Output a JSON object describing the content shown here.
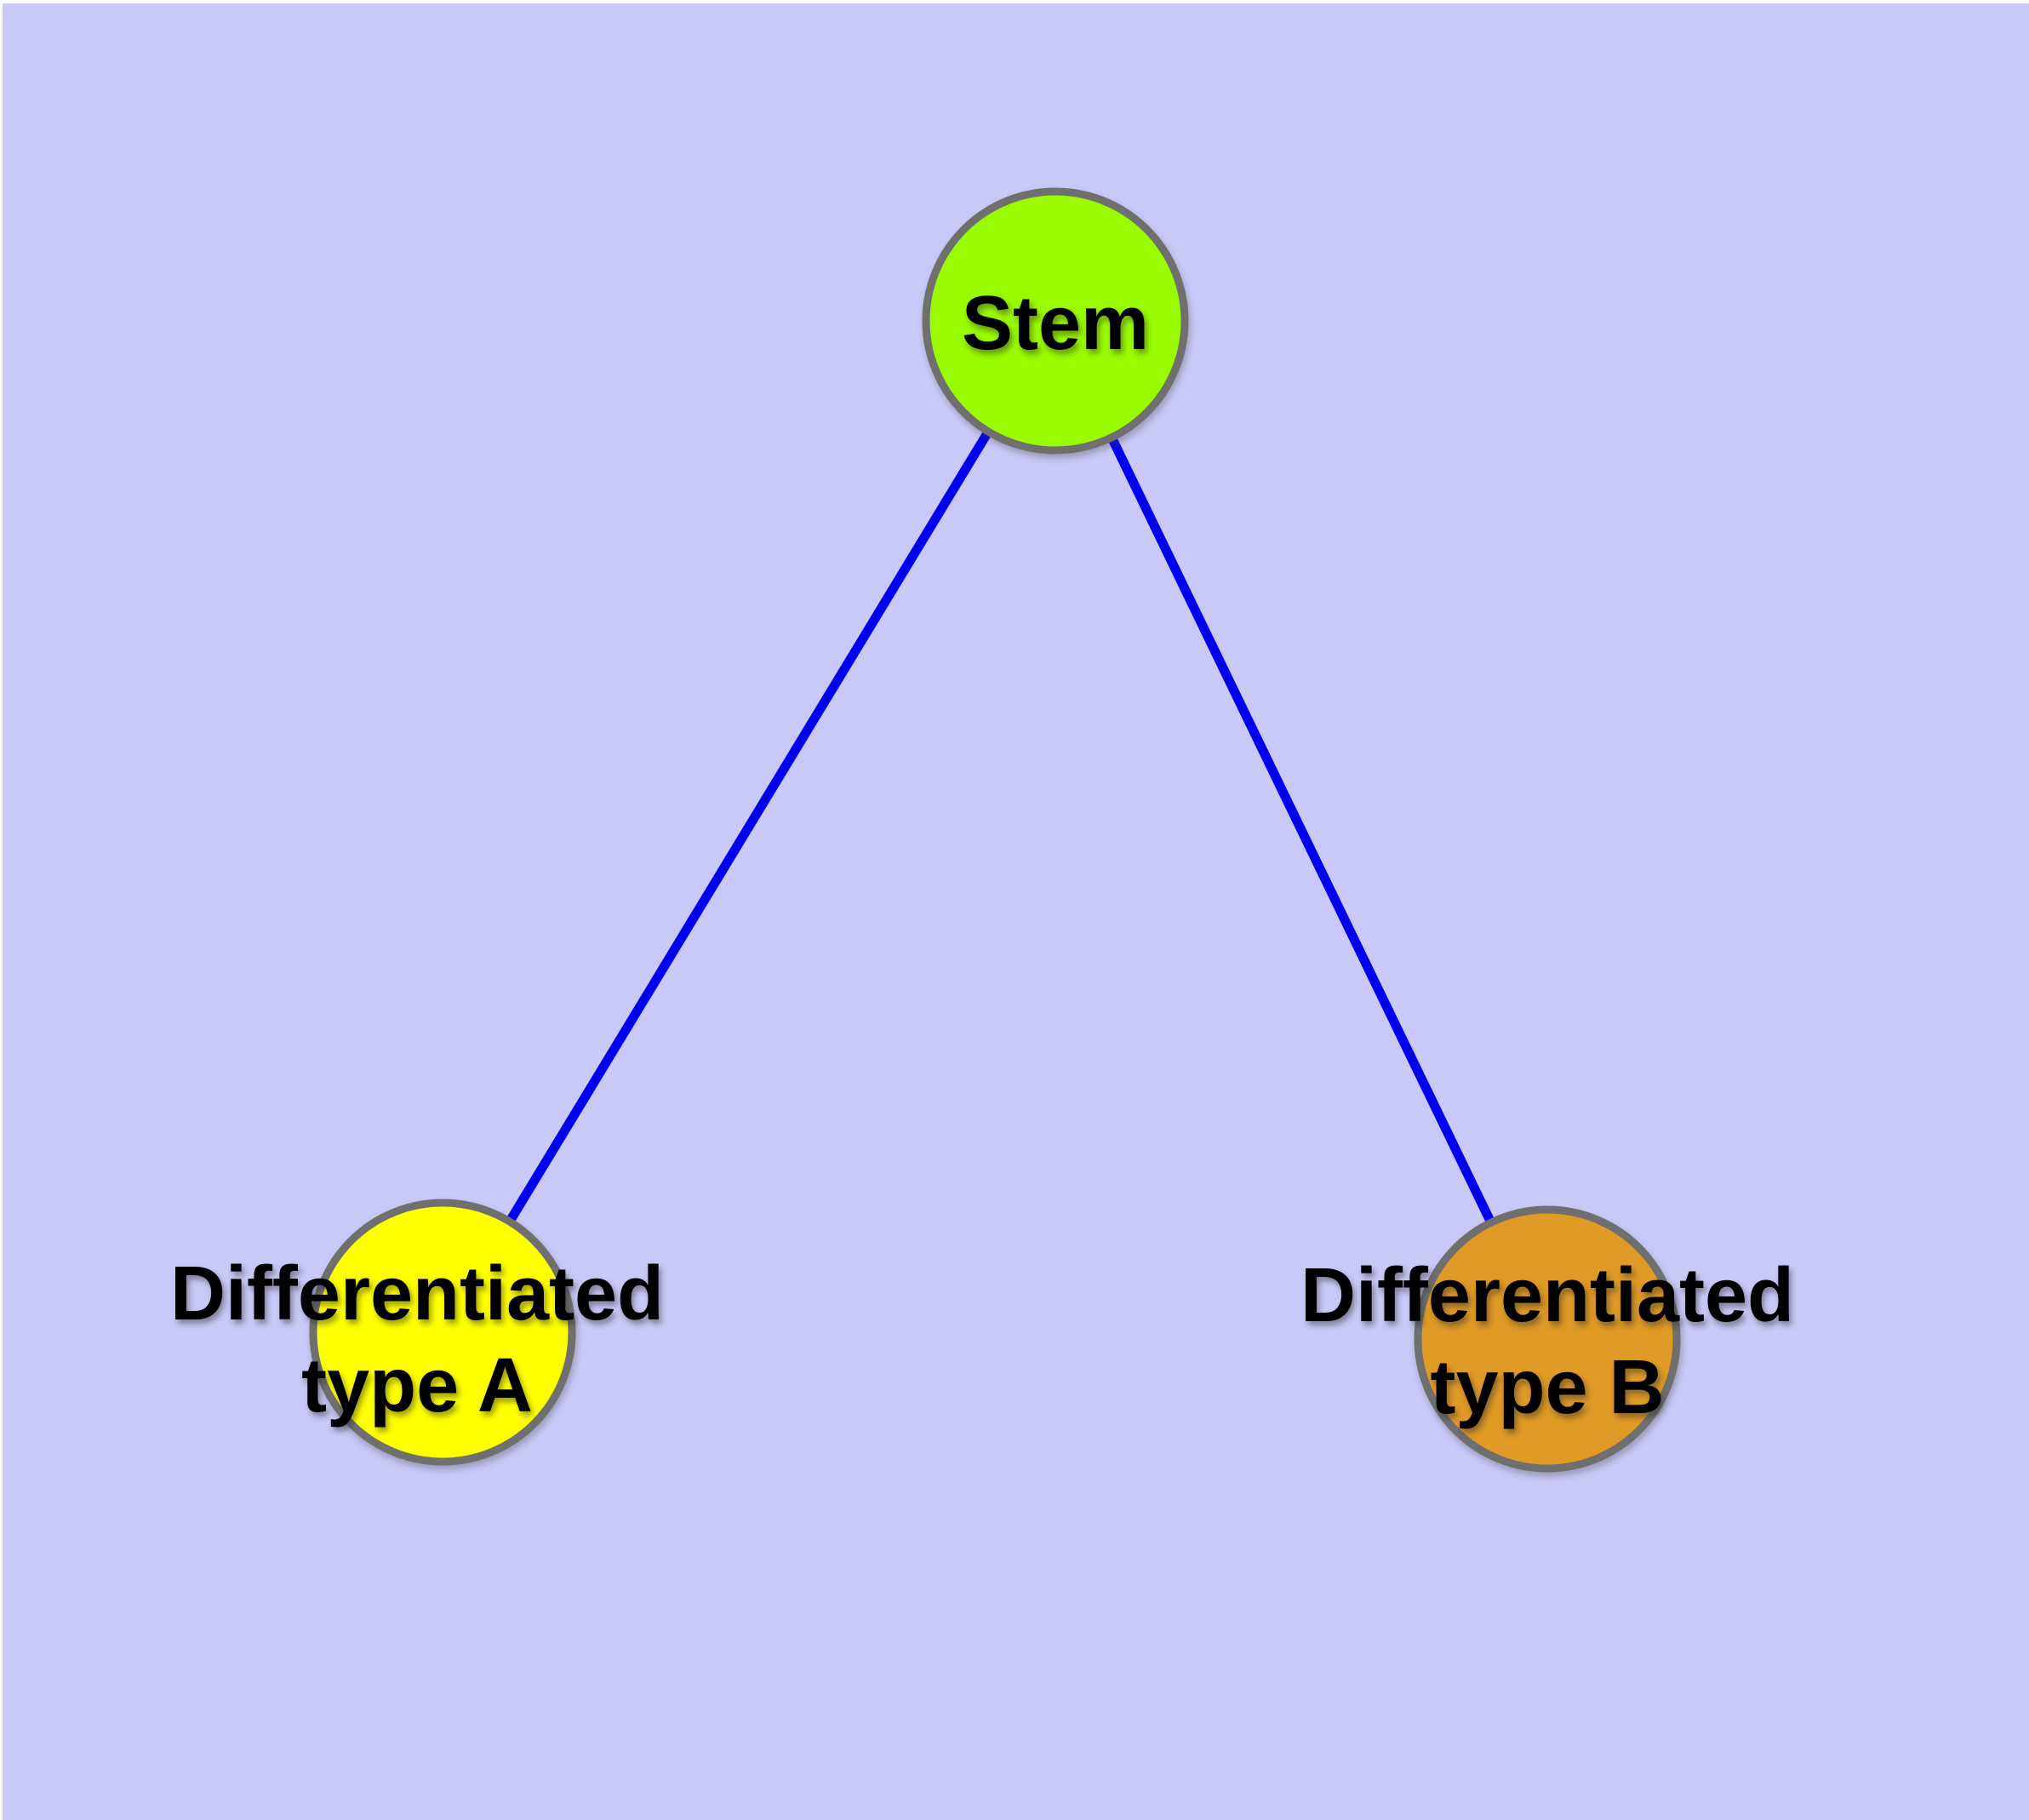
{
  "diagram": {
    "type": "graph",
    "canvas": {
      "background_color": "#C9C9F8",
      "margin_color": "#FFFFFF",
      "border_color": "#6F6F6F",
      "text_color": "#000000"
    },
    "nodes": [
      {
        "id": "stem",
        "label": "Stem",
        "lines": [
          "Stem"
        ],
        "fill_color": "#9AFB00",
        "shape": "circle"
      },
      {
        "id": "differentiated-type-a",
        "label": "Differentiated type A",
        "lines": [
          "Differentiated",
          "type A"
        ],
        "fill_color": "#FFFF00",
        "shape": "circle"
      },
      {
        "id": "differentiated-type-b",
        "label": "Differentiated type B",
        "lines": [
          "Differentiated",
          "type B"
        ],
        "fill_color": "#E09A26",
        "shape": "circle"
      }
    ],
    "edges": [
      {
        "id": "edge-stem-type-a",
        "from": "stem",
        "to": "differentiated-type-a",
        "color": "#0000EE"
      },
      {
        "id": "edge-stem-type-b",
        "from": "stem",
        "to": "differentiated-type-b",
        "color": "#0000EE"
      }
    ]
  }
}
